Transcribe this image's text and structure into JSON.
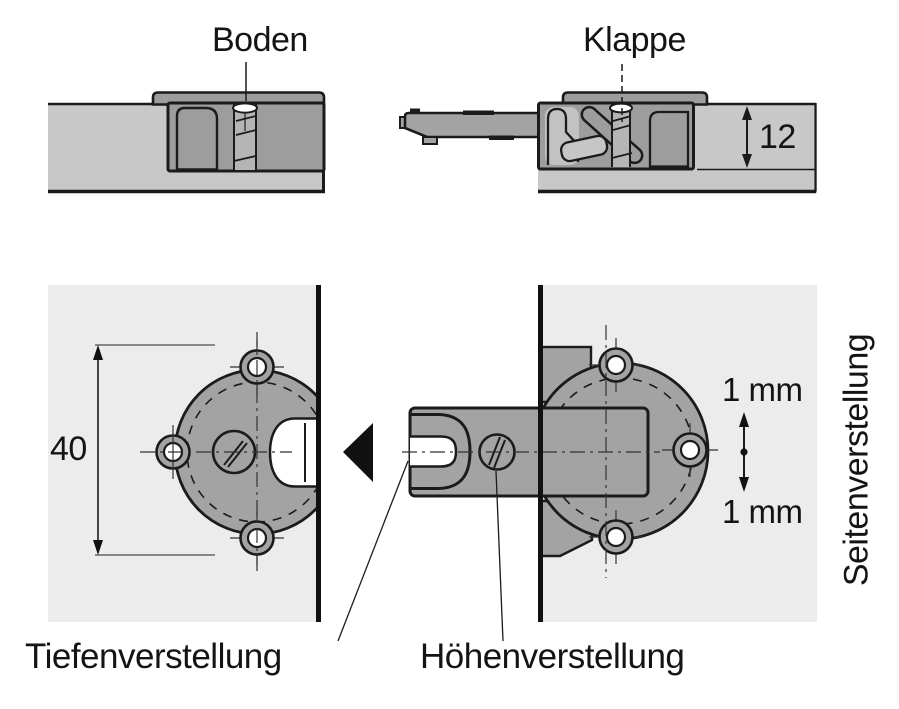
{
  "diagram": {
    "title_context": "Hinge mounting technical drawing",
    "labels": {
      "top_left_part": "Boden",
      "top_right_part": "Klappe",
      "depth_adjustment": "Tiefenverstellung",
      "height_adjustment": "Höhenverstellung",
      "side_adjustment": "Seitenverstellung"
    },
    "dimensions": {
      "cup_depth_mm": "12",
      "plate_height_mm": "40",
      "side_adjust_up": "1 mm",
      "side_adjust_down": "1 mm"
    },
    "colors": {
      "panel_cross_section": "#c8c8c8",
      "panel_face": "#ececec",
      "metal": "#9d9d9d",
      "metal_arm": "#a3a3a3",
      "metal_light": "#c2c2c2",
      "outline": "#1b1b1b",
      "white_detail": "#ffffff"
    }
  }
}
